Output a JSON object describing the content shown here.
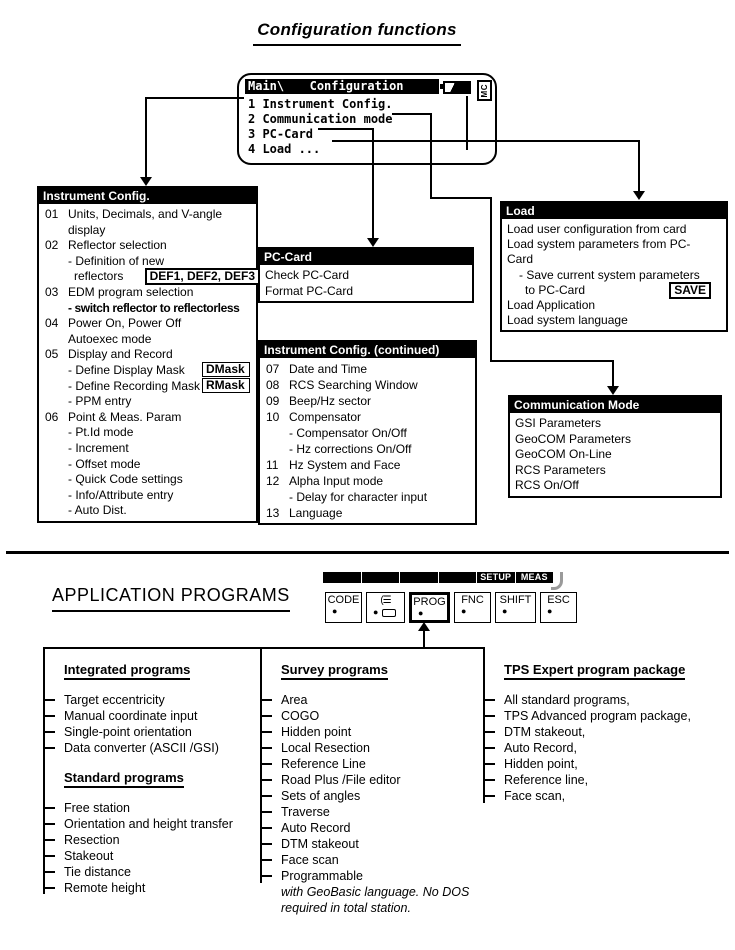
{
  "page_title": "Configuration functions",
  "screen": {
    "path": "Main\\",
    "title": "Configuration",
    "battery_icon": "battery-level-icon",
    "mc_label": "MC",
    "items": [
      "1 Instrument Config.",
      "2 Communication mode",
      "3 PC-Card",
      "4 Load ..."
    ]
  },
  "boxes": {
    "instrument": {
      "header": "Instrument Config.",
      "rows": [
        {
          "num": "01",
          "text": "Units, Decimals, and V-angle"
        },
        {
          "num": "",
          "text": "display"
        },
        {
          "num": "02",
          "text": "Reflector selection"
        },
        {
          "num": "",
          "text": "- Definition of new"
        },
        {
          "num": "",
          "text": "reflectors",
          "cls": "sh6",
          "tag": "DEF1, DEF2, DEF3",
          "tagcls": "tag-def"
        },
        {
          "num": "03",
          "text": "EDM program selection"
        },
        {
          "num": "",
          "text": "- switch reflector to reflectorless",
          "cls": "bold tight"
        },
        {
          "num": "04",
          "text": "Power On, Power Off"
        },
        {
          "num": "",
          "text": "Autoexec mode"
        },
        {
          "num": "05",
          "text": "Display and Record"
        },
        {
          "num": "",
          "text": "- Define Display Mask",
          "tag": "DMask",
          "tagcls": "tag-mask"
        },
        {
          "num": "",
          "text": "- Define Recording Mask",
          "tag": "RMask",
          "tagcls": "tag-mask"
        },
        {
          "num": "",
          "text": "- PPM entry"
        },
        {
          "num": "06",
          "text": "Point & Meas. Param"
        },
        {
          "num": "",
          "text": "- Pt.Id mode"
        },
        {
          "num": "",
          "text": "- Increment"
        },
        {
          "num": "",
          "text": "- Offset mode"
        },
        {
          "num": "",
          "text": "- Quick Code settings"
        },
        {
          "num": "",
          "text": "- Info/Attribute entry"
        },
        {
          "num": "",
          "text": "- Auto Dist."
        }
      ]
    },
    "pccard": {
      "header": "PC-Card",
      "rows": [
        {
          "text": "Check PC-Card"
        },
        {
          "text": "Format PC-Card"
        }
      ]
    },
    "continued": {
      "header": "Instrument Config. (continued)",
      "rows": [
        {
          "num": "07",
          "text": "Date and Time"
        },
        {
          "num": "08",
          "text": "RCS Searching Window"
        },
        {
          "num": "09",
          "text": "Beep/Hz sector"
        },
        {
          "num": "10",
          "text": "Compensator"
        },
        {
          "num": "",
          "text": "- Compensator On/Off"
        },
        {
          "num": "",
          "text": "- Hz corrections On/Off"
        },
        {
          "num": "11",
          "text": "Hz System and Face"
        },
        {
          "num": "12",
          "text": "Alpha Input mode"
        },
        {
          "num": "",
          "text": "- Delay for character input"
        },
        {
          "num": "13",
          "text": "Language"
        }
      ]
    },
    "load": {
      "header": "Load",
      "rows": [
        {
          "text": "Load user configuration from card"
        },
        {
          "text": "Load system parameters from PC-"
        },
        {
          "text": "Card"
        },
        {
          "text": "- Save current system parameters",
          "cls": "lvl1"
        },
        {
          "text": "to PC-Card",
          "cls": "lvl2",
          "tag": "SAVE",
          "tagcls": "tag-save"
        },
        {
          "text": "Load Application"
        },
        {
          "text": "Load system language"
        }
      ]
    },
    "comm": {
      "header": "Communication Mode",
      "rows": [
        {
          "text": "GSI Parameters"
        },
        {
          "text": "GeoCOM Parameters"
        },
        {
          "text": "GeoCOM On-Line"
        },
        {
          "text": "RCS Parameters"
        },
        {
          "text": "RCS On/Off"
        }
      ]
    }
  },
  "app_section": {
    "heading": "APPLICATION PROGRAMS",
    "keyboard": {
      "softkeys": [
        "",
        "",
        "",
        "",
        "SETUP",
        "MEAS"
      ],
      "keys": [
        {
          "label": "CODE"
        },
        {
          "label": "",
          "icon": "illumination-level-icon"
        },
        {
          "label": "PROG",
          "highlight": true
        },
        {
          "label": "FNC"
        },
        {
          "label": "SHIFT"
        },
        {
          "label": "ESC"
        }
      ],
      "key_dot": "●"
    },
    "columns": {
      "col1a": {
        "header": "Integrated programs",
        "items": [
          "Target eccentricity",
          "Manual coordinate input",
          "Single-point orientation",
          "Data converter (ASCII /GSI)"
        ]
      },
      "col1b": {
        "header": "Standard programs",
        "items": [
          "Free station",
          "Orientation and height transfer",
          "Resection",
          "Stakeout",
          "Tie distance",
          "Remote height"
        ]
      },
      "col2": {
        "header": "Survey programs",
        "items": [
          "Area",
          "COGO",
          "Hidden point",
          "Local Resection",
          "Reference Line",
          "Road Plus /File editor",
          "Sets of angles",
          "Traverse",
          "Auto Record",
          "DTM stakeout",
          "Face scan",
          "Programmable"
        ],
        "note": [
          "with GeoBasic language. No DOS",
          "required in total station."
        ]
      },
      "col3": {
        "header": "TPS Expert program package",
        "items": [
          "All standard programs,",
          "TPS Advanced program package,",
          "DTM stakeout,",
          "Auto Record,",
          "Hidden point,",
          "Reference line,",
          "Face scan,"
        ]
      }
    }
  },
  "colors": {
    "ink": "#000000",
    "paper": "#ffffff",
    "bezel_gray": "#9a9a9a"
  }
}
